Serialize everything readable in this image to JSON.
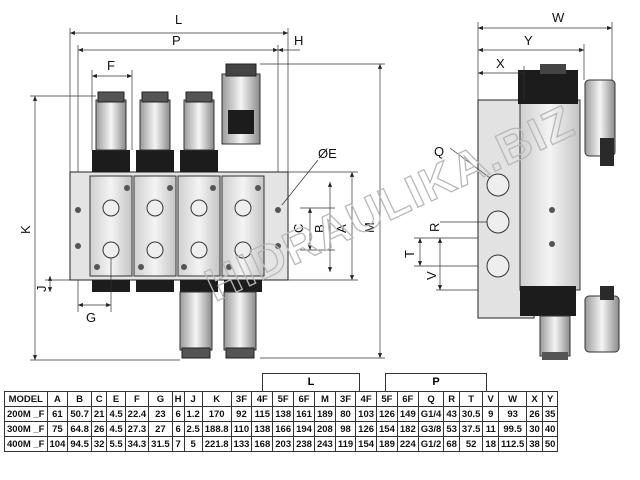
{
  "dimension_labels": {
    "L": "L",
    "P": "P",
    "H": "H",
    "F": "F",
    "E": "ØE",
    "C": "C",
    "B": "B",
    "A": "A",
    "M": "M",
    "K": "K",
    "J": "J",
    "G": "G",
    "W": "W",
    "Y": "Y",
    "X": "X",
    "Q": "Q",
    "R": "R",
    "T": "T",
    "V": "V"
  },
  "watermark": "HIDRAULIKA.BIZ",
  "table": {
    "group_headers": {
      "L": "L",
      "P": "P"
    },
    "columns": [
      "MODEL",
      "A",
      "B",
      "C",
      "E",
      "F",
      "G",
      "H",
      "J",
      "K",
      "3F",
      "4F",
      "5F",
      "6F",
      "M",
      "3F",
      "4F",
      "5F",
      "6F",
      "Q",
      "R",
      "T",
      "V",
      "W",
      "X",
      "Y"
    ],
    "rows": [
      [
        "200M _F",
        "61",
        "50.7",
        "21",
        "4.5",
        "22.4",
        "23",
        "6",
        "1.2",
        "170",
        "92",
        "115",
        "138",
        "161",
        "189",
        "80",
        "103",
        "126",
        "149",
        "G1/4",
        "43",
        "30.5",
        "9",
        "93",
        "26",
        "35"
      ],
      [
        "300M _F",
        "75",
        "64.8",
        "26",
        "4.5",
        "27.3",
        "27",
        "6",
        "2.5",
        "188.8",
        "110",
        "138",
        "166",
        "194",
        "208",
        "98",
        "126",
        "154",
        "182",
        "G3/8",
        "53",
        "37.5",
        "11",
        "99.5",
        "30",
        "40"
      ],
      [
        "400M _F",
        "104",
        "94.5",
        "32",
        "5.5",
        "34.3",
        "31.5",
        "7",
        "5",
        "221.8",
        "133",
        "168",
        "203",
        "238",
        "243",
        "119",
        "154",
        "189",
        "224",
        "G1/2",
        "68",
        "52",
        "18",
        "112.5",
        "38",
        "50"
      ]
    ]
  },
  "colors": {
    "body": "#e2e2e2",
    "coil_dark": "#1c1c1c",
    "coil_light": "#f2f2f2",
    "line": "#222222"
  }
}
